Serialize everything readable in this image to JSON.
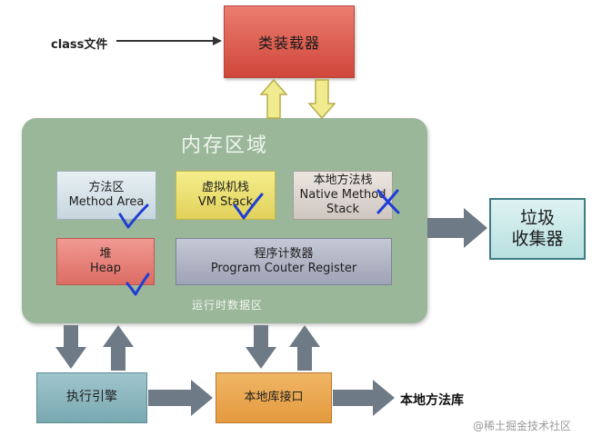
{
  "class_file_label": "class文件",
  "class_loader": "类装载器",
  "memory": {
    "title": "内存区域",
    "runtime_label": "运行时数据区",
    "method_area": {
      "line1": "方法区",
      "line2": "Method Area"
    },
    "vm_stack": {
      "line1": "虚拟机栈",
      "line2": "VM Stack"
    },
    "native_method_stack": {
      "line1": "本地方法栈",
      "line2": "Native Method",
      "line3": "Stack"
    },
    "heap": {
      "line1": "堆",
      "line2": "Heap"
    },
    "program_counter": {
      "line1": "程序计数器",
      "line2": "Program Couter Register"
    }
  },
  "gc": {
    "line1": "垃圾",
    "line2": "收集器"
  },
  "execution_engine": "执行引擎",
  "native_interface": "本地库接口",
  "native_library_label": "本地方法库",
  "watermark": "@稀土掘金技术社区",
  "annotations": {
    "method_area": "check",
    "vm_stack": "check",
    "native_method_stack": "cross",
    "heap": "check",
    "mark_color": "#1f3dd6"
  },
  "colors": {
    "arrow_fill": "#f2ea8e",
    "arrow_stroke": "#b6ad4a",
    "dark_arrow": "#6e7a86",
    "memory_bg": "#9bb79a"
  }
}
